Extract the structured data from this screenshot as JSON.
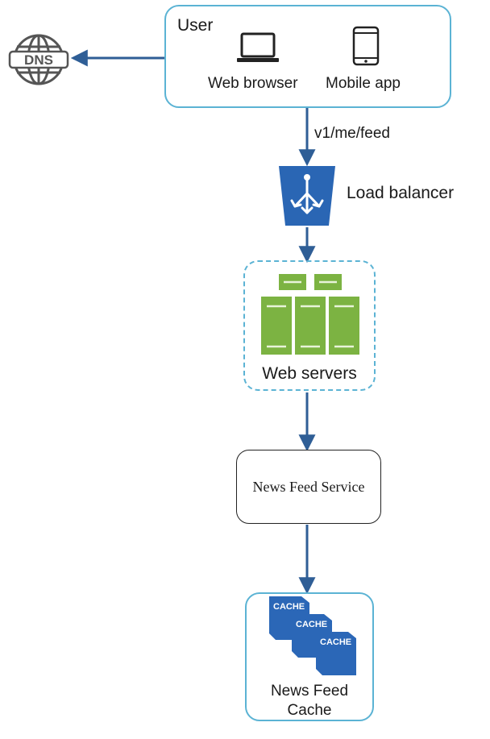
{
  "user": {
    "title": "User",
    "clients": [
      {
        "label": "Web browser",
        "icon": "laptop-icon"
      },
      {
        "label": "Mobile app",
        "icon": "mobile-phone-icon"
      }
    ]
  },
  "dns": {
    "label": "DNS",
    "icon": "globe-icon"
  },
  "request": {
    "endpoint": "v1/me/feed"
  },
  "load_balancer": {
    "label": "Load balancer",
    "icon": "load-balancer-icon"
  },
  "web_servers": {
    "label": "Web servers",
    "icon": "server-rack-icon"
  },
  "news_feed_service": {
    "label": "News Feed Service"
  },
  "news_feed_cache": {
    "label_line1": "News Feed",
    "label_line2": "Cache",
    "cache_labels": [
      "CACHE",
      "CACHE",
      "CACHE"
    ],
    "icon": "cache-stack-icon"
  },
  "colors": {
    "arrow": "#2f5e96",
    "box_border": "#5bb3d4",
    "load_balancer": "#2a66b4",
    "server_green": "#7cb342",
    "cache_blue": "#2b67b7",
    "dns_gray": "#555555"
  }
}
